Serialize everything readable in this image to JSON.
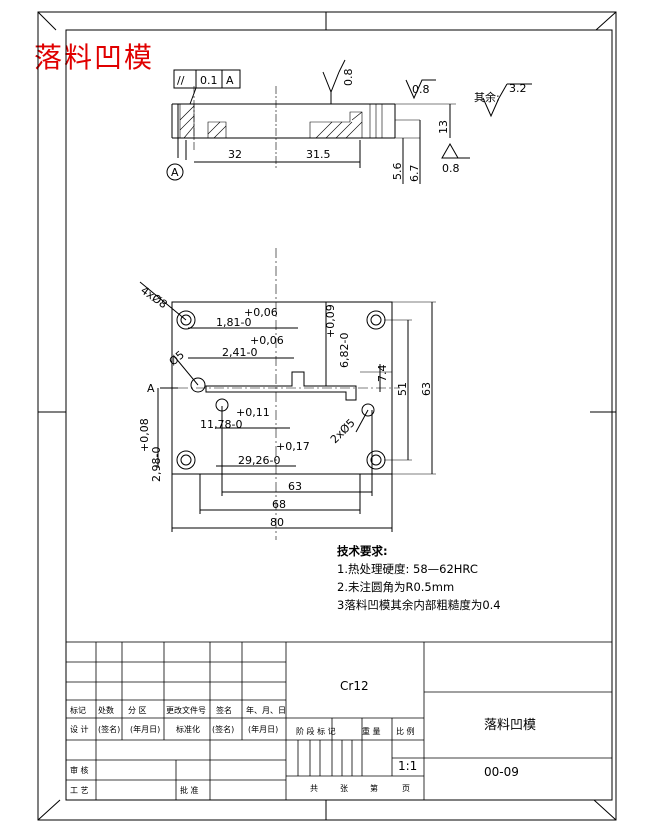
{
  "title": "落料凹模",
  "top_view": {
    "flatness_frame": [
      "//",
      "0.1",
      "A"
    ],
    "roughness_top": "0.8",
    "roughness_right": "0.8",
    "roughness_bottom": "0.8",
    "rest_label": "其余:",
    "rest_value": "3.2",
    "datum": "A",
    "dims": [
      "32",
      "31.5",
      "5.6",
      "6.7",
      "13"
    ]
  },
  "plan_view": {
    "holes_4x": "4xØ8",
    "hole_d5": "Ø5",
    "holes_2x": "2xØ5",
    "datum": "A",
    "dims_tol": [
      {
        "top": "+0,06",
        "main": "1,81-0"
      },
      {
        "top": "+0,06",
        "main": "2,41-0"
      },
      {
        "top": "+0,11",
        "main": "11,78-0"
      },
      {
        "top": "+0,17",
        "main": "29,26-0"
      },
      {
        "top": "+0,09",
        "main": "6,82-0"
      },
      {
        "top": "+0,08",
        "main": "2,98-0"
      }
    ],
    "dims": [
      "7.4",
      "51",
      "63",
      "63",
      "68",
      "80"
    ]
  },
  "notes": {
    "heading": "技术要求:",
    "lines": [
      "1.热处理硬度: 58—62HRC",
      "2.未注圆角为R0.5mm",
      "3落料凹模其余内部粗糙度为0.4"
    ]
  },
  "title_block": {
    "material": "Cr12",
    "part_name": "落料凹模",
    "drawing_no": "00-09",
    "scale": "1:1",
    "row_labels": [
      "标记",
      "处数",
      "分 区",
      "更改文件号",
      "签名",
      "年、月、日"
    ],
    "design_row": [
      "设 计",
      "(签名)",
      "(年月日)",
      "标准化",
      "(签名)",
      "(年月日)"
    ],
    "stage_row": [
      "阶 段 标 记",
      "重 量",
      "比 例"
    ],
    "review": "审 核",
    "craft": "工 艺",
    "approve": "批 准",
    "sheets": [
      "共",
      "张",
      "第",
      "页"
    ]
  }
}
